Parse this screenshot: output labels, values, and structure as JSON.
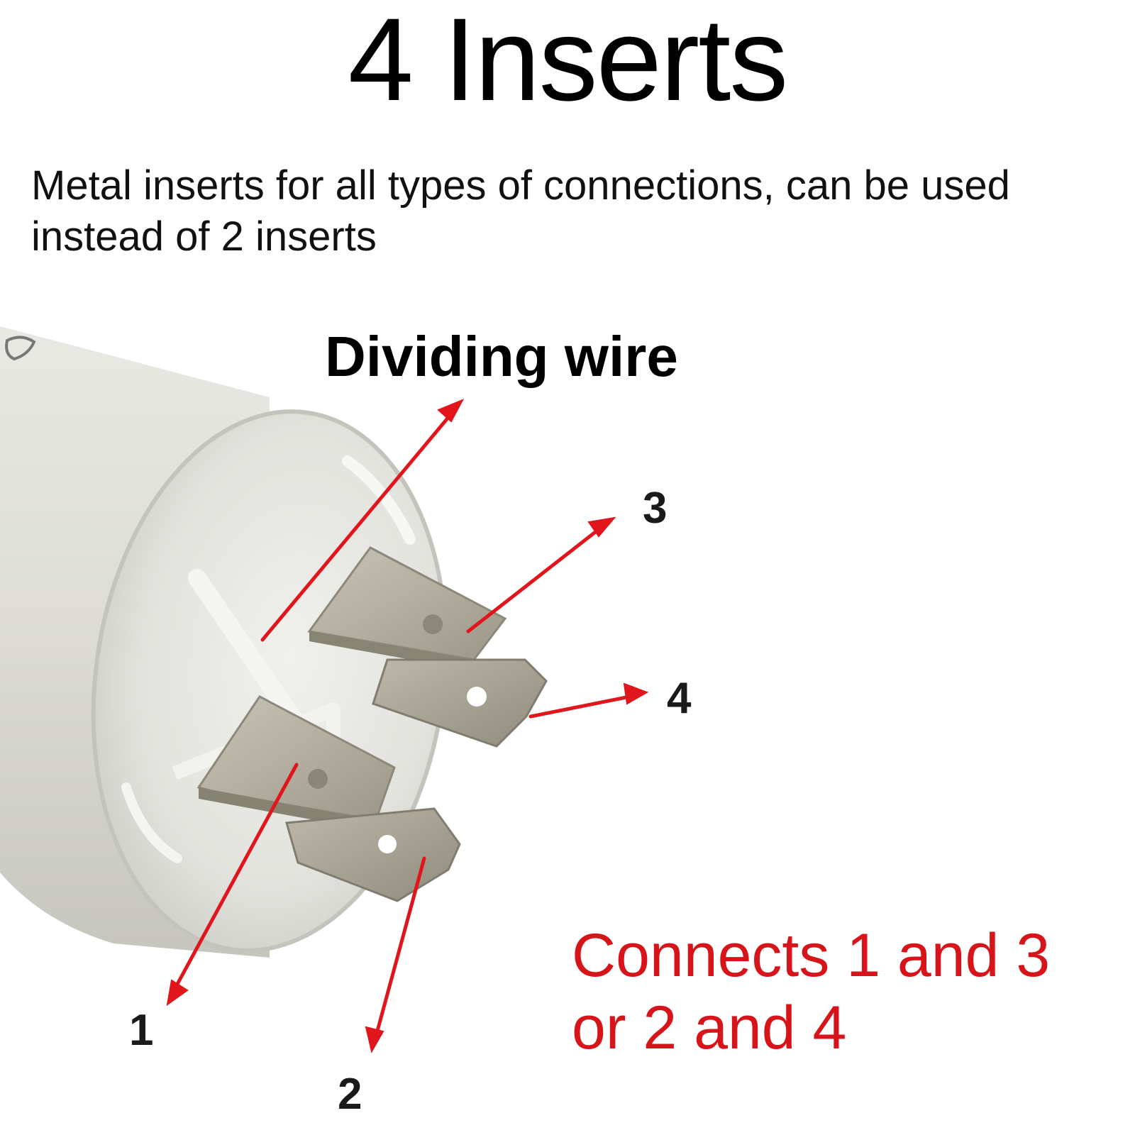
{
  "title": "4 Inserts",
  "subtitle": "Metal inserts for all types of connections, can be used instead of 2 inserts",
  "image": {
    "subject": "capacitor end cap with four spade terminals",
    "arrow_color": "#e0161c",
    "dividing_label": "Dividing wire",
    "terminal_labels": {
      "one": "1",
      "two": "2",
      "three": "3",
      "four": "4"
    },
    "note_lines": [
      "Connects 1 and 3",
      "or 2 and 4"
    ],
    "note_color": "#d7141a"
  }
}
